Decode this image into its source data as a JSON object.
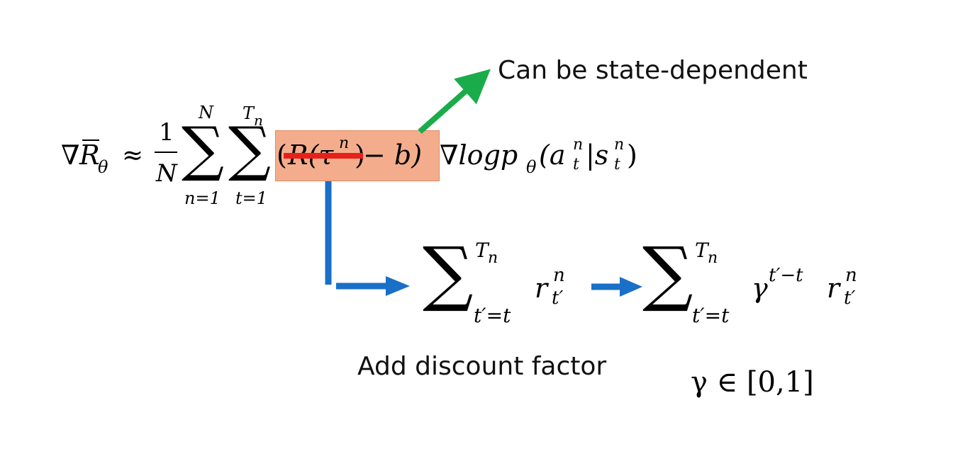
{
  "labels": {
    "state_dependent": "Can be state-dependent",
    "discount": "Add discount factor",
    "gamma_range": "γ ∈ [0,1]"
  },
  "formula": {
    "lhs_nabla": "∇",
    "lhs_r": "R",
    "lhs_theta": "θ",
    "approx": "≈",
    "frac_num": "1",
    "frac_den": "N",
    "sigma": "∑",
    "sum1_upper": "N",
    "sum1_lower": "n=1",
    "sum2_upper": "T",
    "sum2_upper_sub": "n",
    "sum2_lower": "t=1",
    "paren_open": "(",
    "crossed_term": "R(τ",
    "crossed_sup": "n",
    "crossed_close": ")",
    "minus_b": " − b)",
    "grad_log": "∇logp",
    "grad_sub": "θ",
    "args_open": "(a",
    "a_sup": "n",
    "a_sub": "t",
    "bar": "|s",
    "s_sup": "n",
    "s_sub": "t",
    "args_close": ")"
  },
  "sum_a": {
    "sigma": "∑",
    "upper": "T",
    "upper_sub": "n",
    "lower": "t′=t",
    "term": "r",
    "term_sup": "n",
    "term_sub": "t′"
  },
  "sum_b": {
    "sigma": "∑",
    "upper": "T",
    "upper_sub": "n",
    "lower": "t′=t",
    "gamma": "γ",
    "gamma_sup": "t′−t",
    "term": "r",
    "term_sup": "n",
    "term_sub": "t′"
  },
  "colors": {
    "highlight_fill": "#f4ad8c",
    "highlight_border": "#e48a5f",
    "strike": "#e8201a",
    "green_arrow": "#1aac4a",
    "blue_arrow": "#1a6fc6"
  }
}
